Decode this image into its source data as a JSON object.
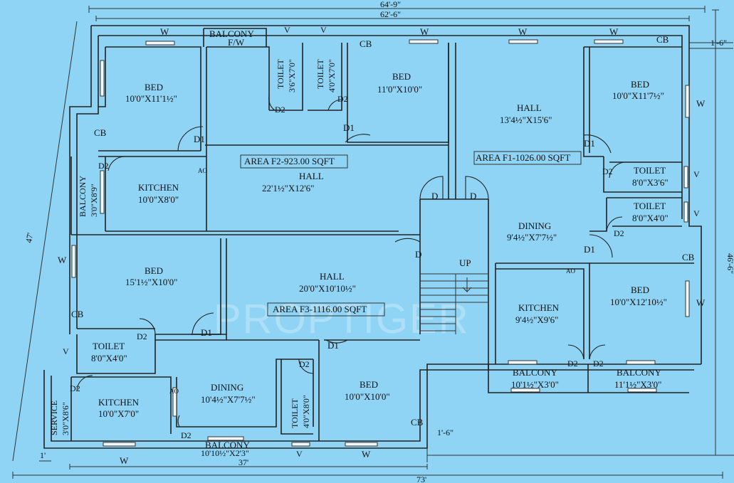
{
  "dimensions": {
    "top_overall": "64'-9\"",
    "top_inner": "62'-6\"",
    "left": "47'",
    "right": "46'-6\"",
    "bottom_overall": "73'",
    "bottom_inner": "37'",
    "offset_top_right": "1'-6\"",
    "offset_bottom_mid": "1'-6\"",
    "offset_bottom_left": "1'"
  },
  "areas": {
    "f1": "AREA F1-1026.00 SQFT",
    "f2": "AREA F2-923.00 SQFT",
    "f3": "AREA F3-1116.00 SQFT"
  },
  "rooms": {
    "f2_bed1": {
      "name": "BED",
      "size": "10'0\"X11'1½\""
    },
    "f2_balcony_top": {
      "name": "BALCONY",
      "size": "F/W"
    },
    "f2_toilet1": {
      "name": "TOILET",
      "size": "3'6\"X7'0\""
    },
    "f2_toilet2": {
      "name": "TOILET",
      "size": "4'0\"X7'0\""
    },
    "f2_bed2": {
      "name": "BED",
      "size": "11'0\"X10'0\""
    },
    "f2_kitchen": {
      "name": "KITCHEN",
      "size": "10'0\"X8'0\""
    },
    "f2_balcony_side": {
      "name": "BALCONY",
      "size": "3'0\"X8'9\""
    },
    "f2_hall": {
      "name": "HALL",
      "size": "22'1½\"X12'6\""
    },
    "f1_hall": {
      "name": "HALL",
      "size": "13'4½\"X15'6\""
    },
    "f1_bed1": {
      "name": "BED",
      "size": "10'0\"X11'7½\""
    },
    "f1_toilet1": {
      "name": "TOILET",
      "size": "8'0\"X3'6\""
    },
    "f1_toilet2": {
      "name": "TOILET",
      "size": "8'0\"X4'0\""
    },
    "f1_dining": {
      "name": "DINING",
      "size": "9'4½\"X7'7½\""
    },
    "f1_kitchen": {
      "name": "KITCHEN",
      "size": "9'4½\"X9'6\""
    },
    "f1_bed2": {
      "name": "BED",
      "size": "10'0\"X12'10½\""
    },
    "f1_balcony1": {
      "name": "BALCONY",
      "size": "10'1½\"X3'0\""
    },
    "f1_balcony2": {
      "name": "BALCONY",
      "size": "11'1½\"X3'0\""
    },
    "f3_bed1": {
      "name": "BED",
      "size": "15'1½\"X10'0\""
    },
    "f3_hall": {
      "name": "HALL",
      "size": "20'0\"X10'10½\""
    },
    "f3_toilet1": {
      "name": "TOILET",
      "size": "8'0\"X4'0\""
    },
    "f3_kitchen": {
      "name": "KITCHEN",
      "size": "10'0\"X7'0\""
    },
    "f3_service": {
      "name": "SERVICE",
      "size": "3'0\"X8'6\""
    },
    "f3_dining": {
      "name": "DINING",
      "size": "10'4½\"X7'7½\""
    },
    "f3_toilet2": {
      "name": "TOILET",
      "size": "4'0\"X8'0\""
    },
    "f3_bed2": {
      "name": "BED",
      "size": "10'0\"X10'0\""
    },
    "f3_balcony": {
      "name": "BALCONY",
      "size": "10'10½\"X2'3\""
    }
  },
  "marks": {
    "window": "W",
    "ventilator": "V",
    "door": "D",
    "door1": "D1",
    "door2": "D2",
    "cupboard": "CB",
    "arch_opening": "AO",
    "stair_up": "UP"
  },
  "watermark": "PROPTIGER",
  "colors": {
    "background": "#8fd4f5",
    "lines": "#222222"
  }
}
